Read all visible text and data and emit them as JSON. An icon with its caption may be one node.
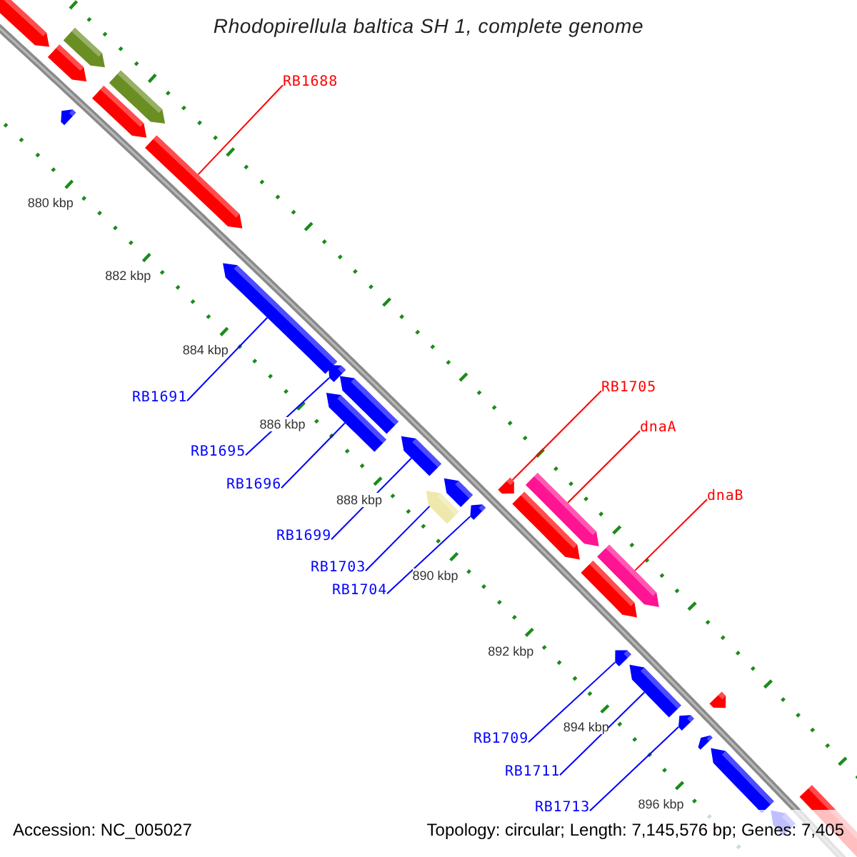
{
  "diagram": {
    "title": "Rhodopirellula baltica SH 1, complete genome",
    "nodes": [
      {
        "text": [
          "RB1688"
        ]
      },
      {
        "text": [],
        "shape": "arrow"
      },
      {
        "text": [
          "RB1691"
        ]
      },
      {
        "text": [],
        "shape": "arrow"
      },
      {
        "text": [
          "RB1695"
        ]
      },
      {
        "text": [],
        "shape": "arrow"
      },
      {
        "text": [
          "RB1696"
        ]
      },
      {
        "text": [],
        "shape": "arrow"
      },
      {
        "text": [
          "RB1699"
        ]
      },
      {
        "text": [],
        "shape": "arrow"
      },
      {
        "text": [
          "RB1703"
        ]
      },
      {
        "text": [],
        "shape": "arrow"
      },
      {
        "text": [
          "RB1704"
        ]
      },
      {
        "text": [],
        "shape": "arrow"
      },
      {
        "text": [
          "RB1705"
        ]
      },
      {
        "text": [],
        "shape": "arrow"
      },
      {
        "text": [
          "dnaA"
        ]
      },
      {
        "text": [],
        "shape": "arrow"
      },
      {
        "text": [
          "dnaB"
        ]
      },
      {
        "text": [],
        "shape": "arrow"
      },
      {
        "text": [
          "RB1709"
        ]
      },
      {
        "text": [],
        "shape": "arrow"
      },
      {
        "text": [
          "RB1711"
        ]
      },
      {
        "text": [],
        "shape": "arrow"
      },
      {
        "text": [
          "RB1713"
        ]
      },
      {
        "text": [],
        "shape": "arrow"
      },
      {
        "text": [],
        "shape": "arrow"
      },
      {
        "text": [],
        "shape": "arrow"
      },
      {
        "text": [],
        "shape": "arrow"
      },
      {
        "text": [],
        "shape": "arrow"
      },
      {
        "text": [],
        "shape": "arrow"
      },
      {
        "text": [],
        "shape": "arrow"
      },
      {
        "text": [],
        "shape": "arrow"
      },
      {
        "text": [],
        "shape": "arrow"
      },
      {
        "text": [],
        "shape": "arrow"
      },
      {
        "text": [],
        "shape": "arrow"
      },
      {
        "text": [],
        "shape": "arrow"
      },
      {
        "text": [],
        "shape": "arrow"
      },
      {
        "text": [],
        "shape": "arrow"
      },
      {
        "text": [],
        "shape": "arrow"
      },
      {
        "text": [],
        "shape": "arrow"
      }
    ],
    "edges": [
      {
        "from": 0,
        "to": 1,
        "arrow": "none",
        "color": "#ff0000"
      },
      {
        "from": 2,
        "to": 3,
        "arrow": "none"
      },
      {
        "from": 4,
        "to": 5,
        "arrow": "none"
      },
      {
        "from": 6,
        "to": 7,
        "arrow": "none"
      },
      {
        "from": 8,
        "to": 9,
        "arrow": "none"
      },
      {
        "from": 10,
        "to": 11,
        "arrow": "none"
      },
      {
        "from": 12,
        "to": 13,
        "arrow": "none"
      },
      {
        "from": 14,
        "to": 15,
        "arrow": "none",
        "color": "#ff0000"
      },
      {
        "from": 16,
        "to": 17,
        "arrow": "none",
        "color": "#ff0000"
      },
      {
        "from": 18,
        "to": 19,
        "arrow": "none",
        "color": "#ff0000"
      },
      {
        "from": 20,
        "to": 21,
        "arrow": "none"
      },
      {
        "from": 22,
        "to": 23,
        "arrow": "none"
      },
      {
        "from": 24,
        "to": 25,
        "arrow": "none"
      }
    ],
    "labels": [
      "880 kbp",
      "882 kbp",
      "884 kbp",
      "886 kbp",
      "888 kbp",
      "890 kbp",
      "892 kbp",
      "894 kbp",
      "896 kbp",
      "Accession: NC_005027",
      "Topology: circular; Length: 7,145,576 bp; Genes: 7,405"
    ]
  }
}
